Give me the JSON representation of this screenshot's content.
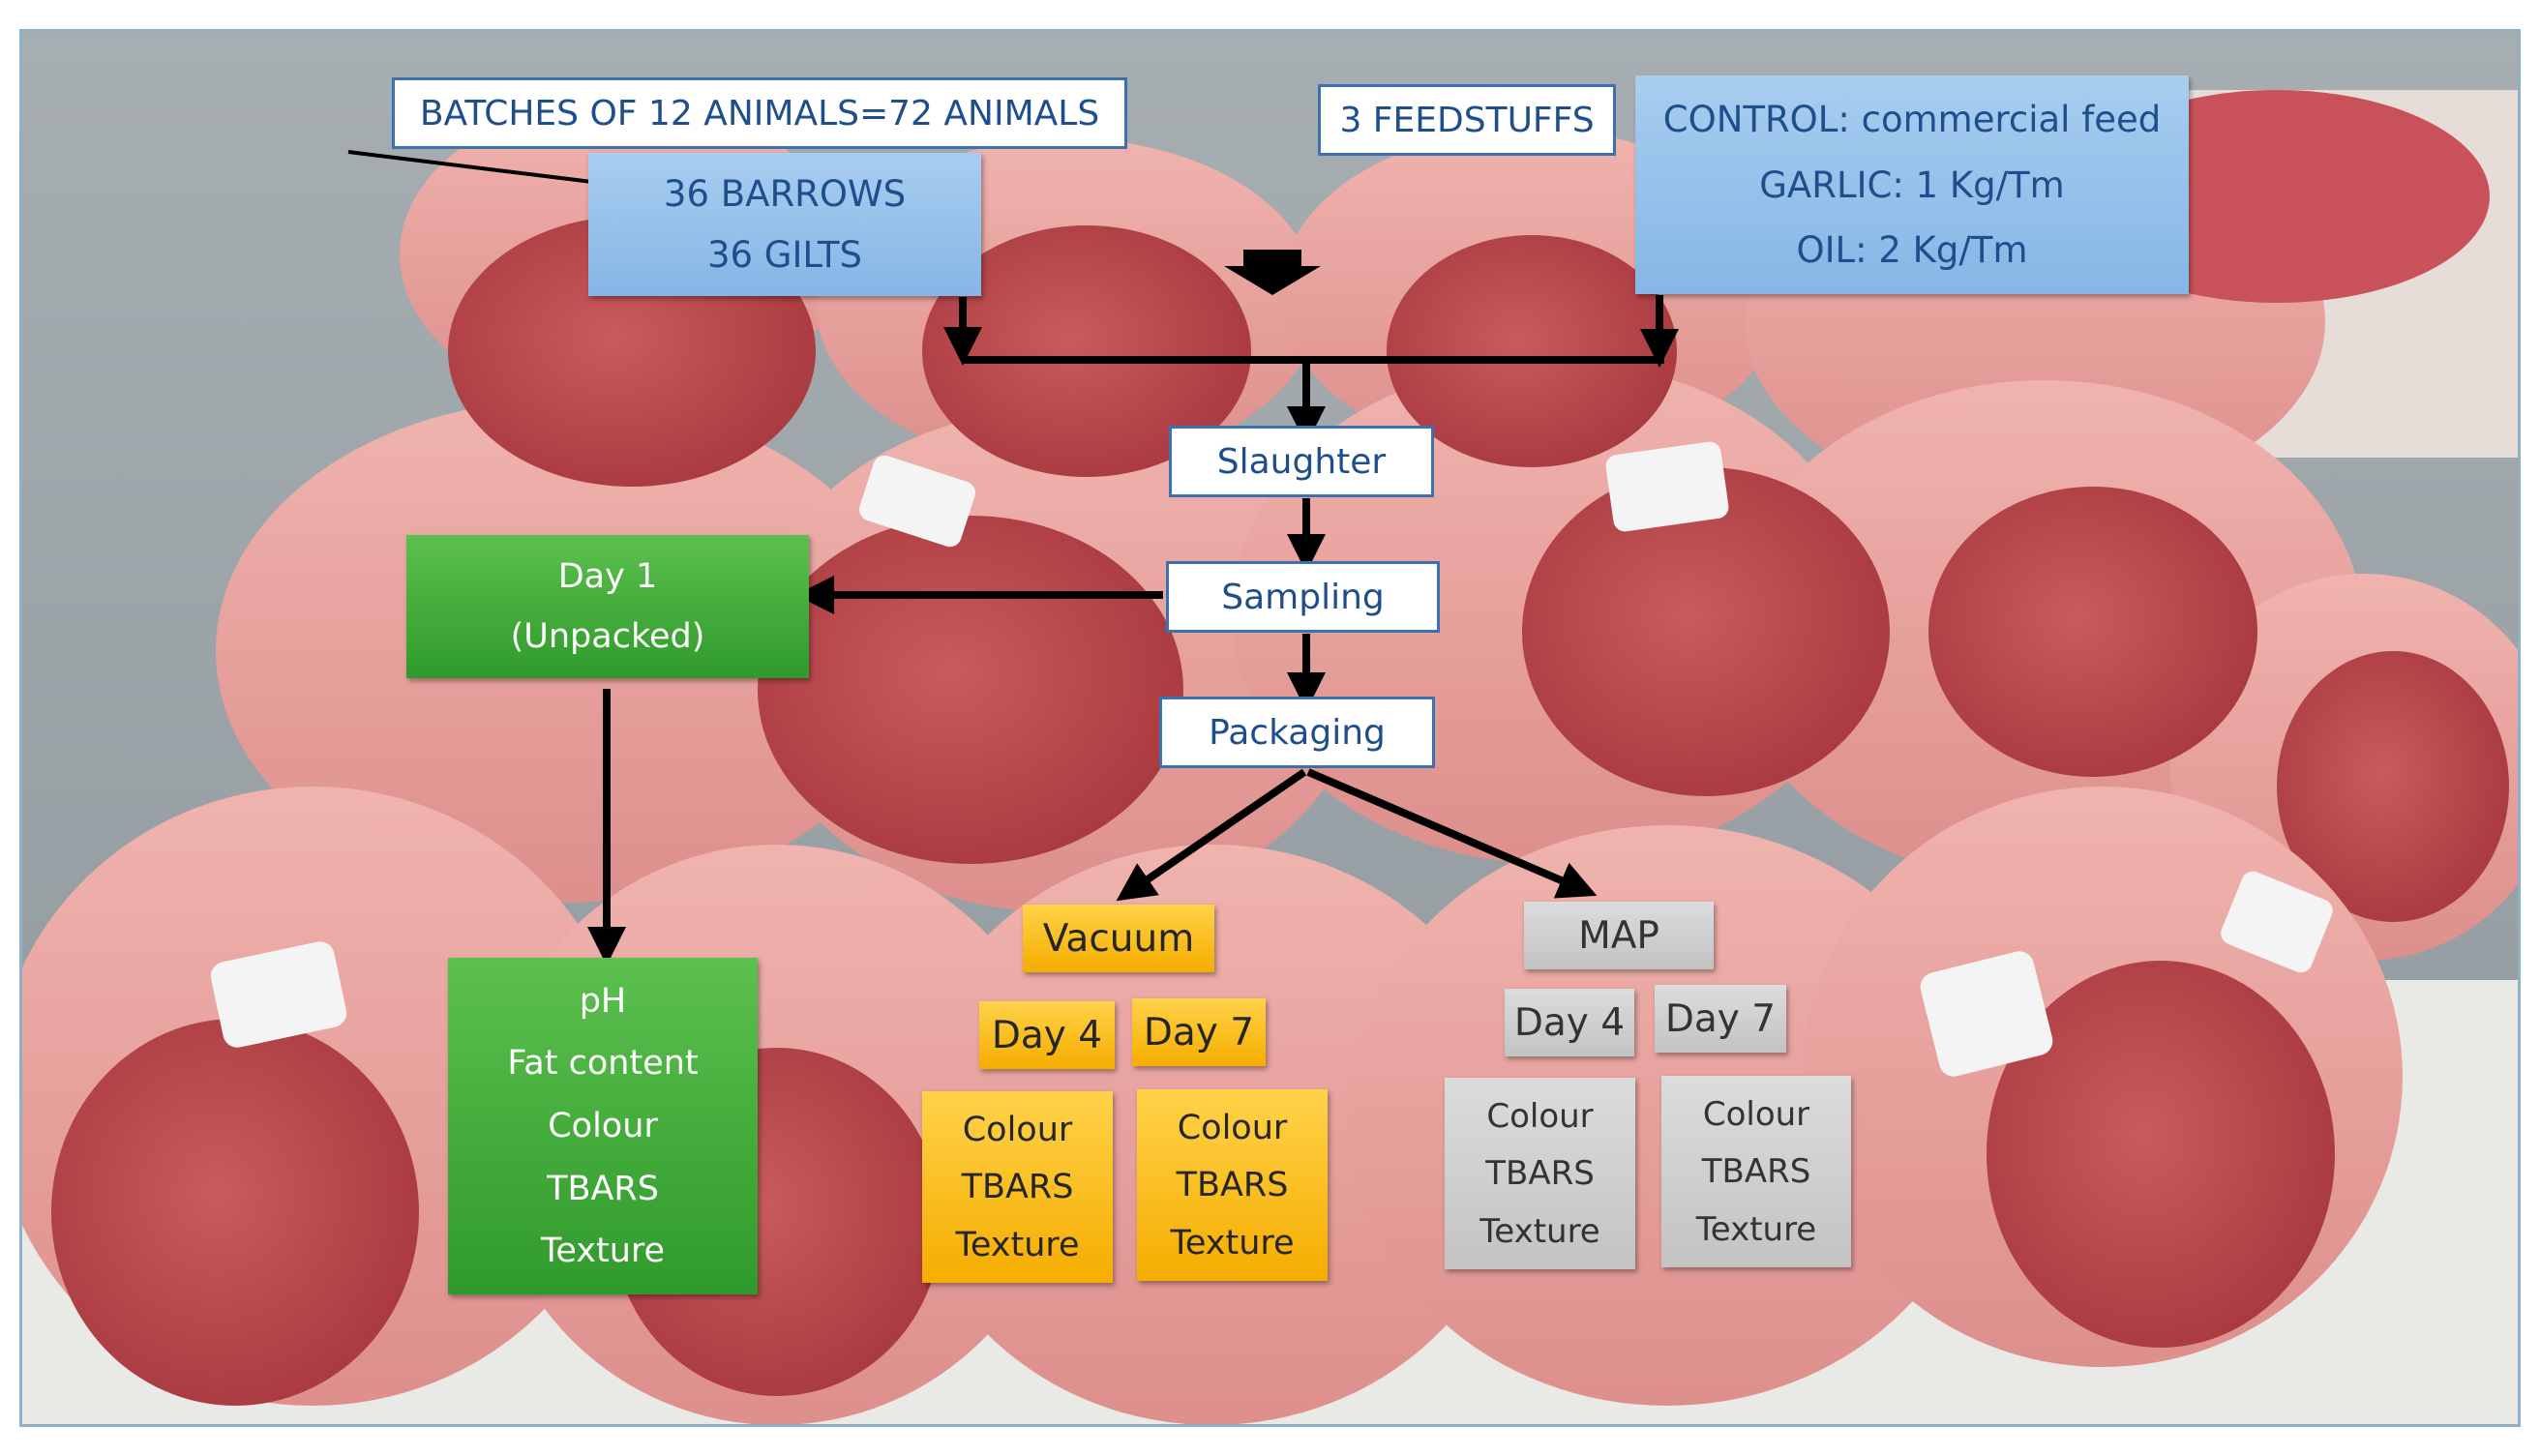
{
  "colors": {
    "box_border": "#3d6fb3",
    "box_text_blue": "#1f4e8c",
    "info_fill": "#9cc5ec",
    "unpacked_fill": "#3aa935",
    "vacuum_fill": "#ffc000",
    "map_fill": "#cfcfcf",
    "arrow": "#000000"
  },
  "background": "photograph of raw pork loins stacked on a white table",
  "header": {
    "batches": "BATCHES OF 12 ANIMALS=72 ANIMALS",
    "feedstuffs": "3 FEEDSTUFFS"
  },
  "animals": [
    "36 BARROWS",
    "36 GILTS"
  ],
  "diets": [
    "CONTROL: commercial feed",
    "GARLIC: 1 Kg/Tm",
    "OIL: 2 Kg/Tm"
  ],
  "steps": {
    "slaughter": "Slaughter",
    "sampling": "Sampling",
    "packaging": "Packaging"
  },
  "unpacked": {
    "title_lines": [
      "Day 1",
      "(Unpacked)"
    ],
    "measures": [
      "pH",
      "Fat content",
      "Colour",
      "TBARS",
      "Texture"
    ]
  },
  "vacuum": {
    "label": "Vacuum",
    "days": [
      {
        "label": "Day 4",
        "measures": [
          "Colour",
          "TBARS",
          "Texture"
        ]
      },
      {
        "label": "Day 7",
        "measures": [
          "Colour",
          "TBARS",
          "Texture"
        ]
      }
    ]
  },
  "map": {
    "label": "MAP",
    "days": [
      {
        "label": "Day 4",
        "measures": [
          "Colour",
          "TBARS",
          "Texture"
        ]
      },
      {
        "label": "Day 7",
        "measures": [
          "Colour",
          "TBARS",
          "Texture"
        ]
      }
    ]
  }
}
